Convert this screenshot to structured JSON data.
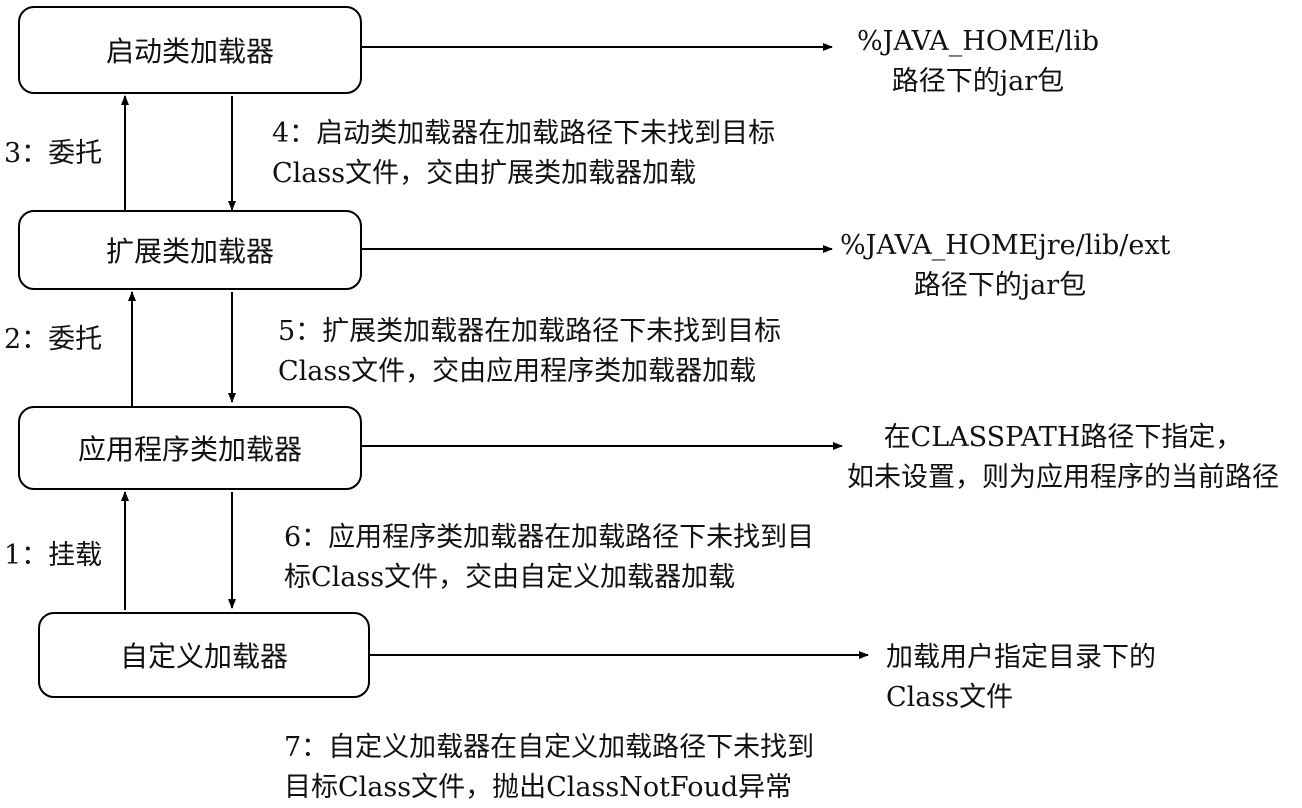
{
  "boxes": {
    "bootstrap": "启动类加载器",
    "extension": "扩展类加载器",
    "application": "应用程序类加载器",
    "custom": "自定义加载器"
  },
  "targets": {
    "bootstrap": [
      "%JAVA_HOME/lib",
      "路径下的jar包"
    ],
    "extension": [
      "%JAVA_HOMEjre/lib/ext",
      "路径下的jar包"
    ],
    "application": [
      "在CLASSPATH路径下指定，",
      "如未设置，则为应用程序的当前路径"
    ],
    "custom": [
      "加载用户指定目录下的",
      "Class文件"
    ]
  },
  "steps": {
    "s1": "1：挂载",
    "s2": "2：委托",
    "s3": "3：委托",
    "s4": [
      "4：启动类加载器在加载路径下未找到目标",
      "Class文件，交由扩展类加载器加载"
    ],
    "s5": [
      "5：扩展类加载器在加载路径下未找到目标",
      "Class文件，交由应用程序类加载器加载"
    ],
    "s6": [
      "6：应用程序类加载器在加载路径下未找到目",
      "标Class文件，交由自定义加载器加载"
    ],
    "s7": [
      "7：自定义加载器在自定义加载路径下未找到",
      "目标Class文件，抛出ClassNotFoud异常"
    ]
  }
}
